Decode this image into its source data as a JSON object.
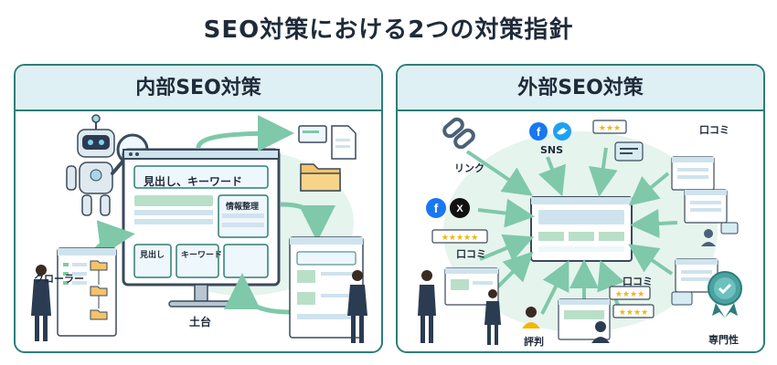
{
  "title": "SEO対策における2つの対策指針",
  "colors": {
    "teal": "#2e7d78",
    "header_bg": "#dff0f5",
    "arrow": "#7fc8a9",
    "bg_blob": "#e6f4ee",
    "ink": "#1f2b3a"
  },
  "left_panel": {
    "heading": "内部SEO対策",
    "crawler_label": "クローラー",
    "heading_keyword": "見出し、キーワード",
    "info_label": "情報整理",
    "midashi_label": "見出し",
    "keyword_label": "キーワード",
    "foundation_label": "土台",
    "icons": [
      "robot-icon",
      "magnifier-icon",
      "monitor-icon",
      "document-icon",
      "folder-icon",
      "sitemap-icon",
      "person-icon"
    ]
  },
  "right_panel": {
    "heading": "外部SEO対策",
    "link_label": "リンク",
    "sns_label": "SNS",
    "review_label_top": "口コミ",
    "review_label_left": "口コミ",
    "review_label_bottom": "口コミ",
    "rating_label": "評判",
    "expertise_label": "専門性",
    "icons": [
      "chain-link-icon",
      "facebook-icon",
      "twitter-icon",
      "x-icon",
      "star-rating-icon",
      "chat-bubble-icon",
      "award-badge-icon",
      "person-icon"
    ]
  }
}
